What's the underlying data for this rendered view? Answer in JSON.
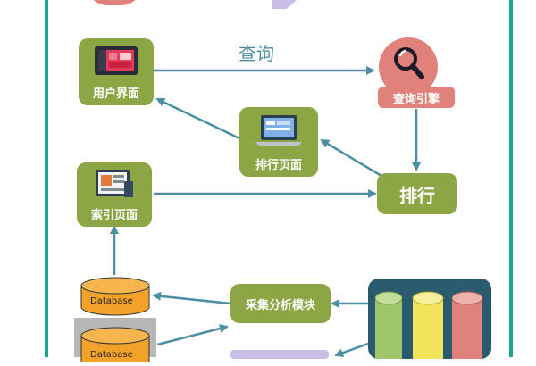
{
  "nodes": {
    "user_page": "用户界面",
    "query_label": "查询",
    "search_engine": "查询引擎",
    "rank_page": "排行页面",
    "rank": "排行",
    "index_page": "索引页面",
    "collect_module": "采集分析模块",
    "database_1": "Database",
    "database_2": "Database"
  },
  "colors": {
    "border": "#16a58f",
    "tile_green": "#8ca545",
    "search_red": "#e0827b",
    "arrow": "#4a8fa3",
    "db_orange": "#f3a229",
    "cyl_green": "#9dc76a",
    "cyl_yellow": "#f0e45a",
    "cyl_red": "#e0827b",
    "navy": "#2a5a6e",
    "lavender": "#c9bfe6"
  },
  "icons": {
    "user_page": "dashboard-monitor-icon",
    "search_engine": "magnifier-icon",
    "rank_page": "laptop-icon",
    "index_page": "document-window-icon",
    "database": "database-cylinder-icon"
  }
}
